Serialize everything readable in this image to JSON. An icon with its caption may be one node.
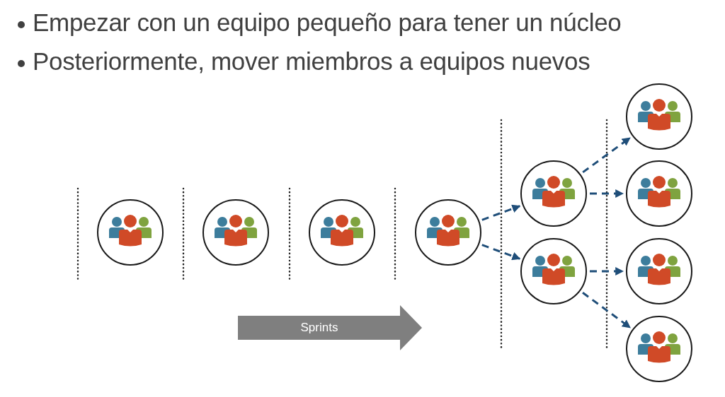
{
  "diagram": {
    "nodes": [
      {
        "text": [],
        "shape": "circle"
      },
      {
        "text": [],
        "shape": "circle"
      },
      {
        "text": [],
        "shape": "circle"
      },
      {
        "text": [],
        "shape": "circle"
      },
      {
        "text": [],
        "shape": "circle"
      },
      {
        "text": [],
        "shape": "circle"
      },
      {
        "text": [],
        "shape": "circle"
      },
      {
        "text": [],
        "shape": "circle"
      },
      {
        "text": [],
        "shape": "circle"
      },
      {
        "text": [],
        "shape": "circle"
      },
      {
        "text": [
          "Sprints"
        ]
      }
    ],
    "edges": [
      {
        "from": 3,
        "to": 4,
        "arrow": "to",
        "style": "dashed"
      },
      {
        "from": 3,
        "to": 5,
        "arrow": "to",
        "style": "dashed"
      },
      {
        "from": 4,
        "to": 6,
        "arrow": "to",
        "style": "dashed"
      },
      {
        "from": 4,
        "to": 7,
        "arrow": "to",
        "style": "dashed"
      },
      {
        "from": 5,
        "to": 8,
        "arrow": "to",
        "style": "dashed"
      },
      {
        "from": 5,
        "to": 9,
        "arrow": "to",
        "style": "dashed"
      }
    ],
    "labels": [
      "Empezar con un equipo pequeño para tener un núcleo",
      "Posteriormente, mover miembros a equipos nuevos"
    ]
  }
}
